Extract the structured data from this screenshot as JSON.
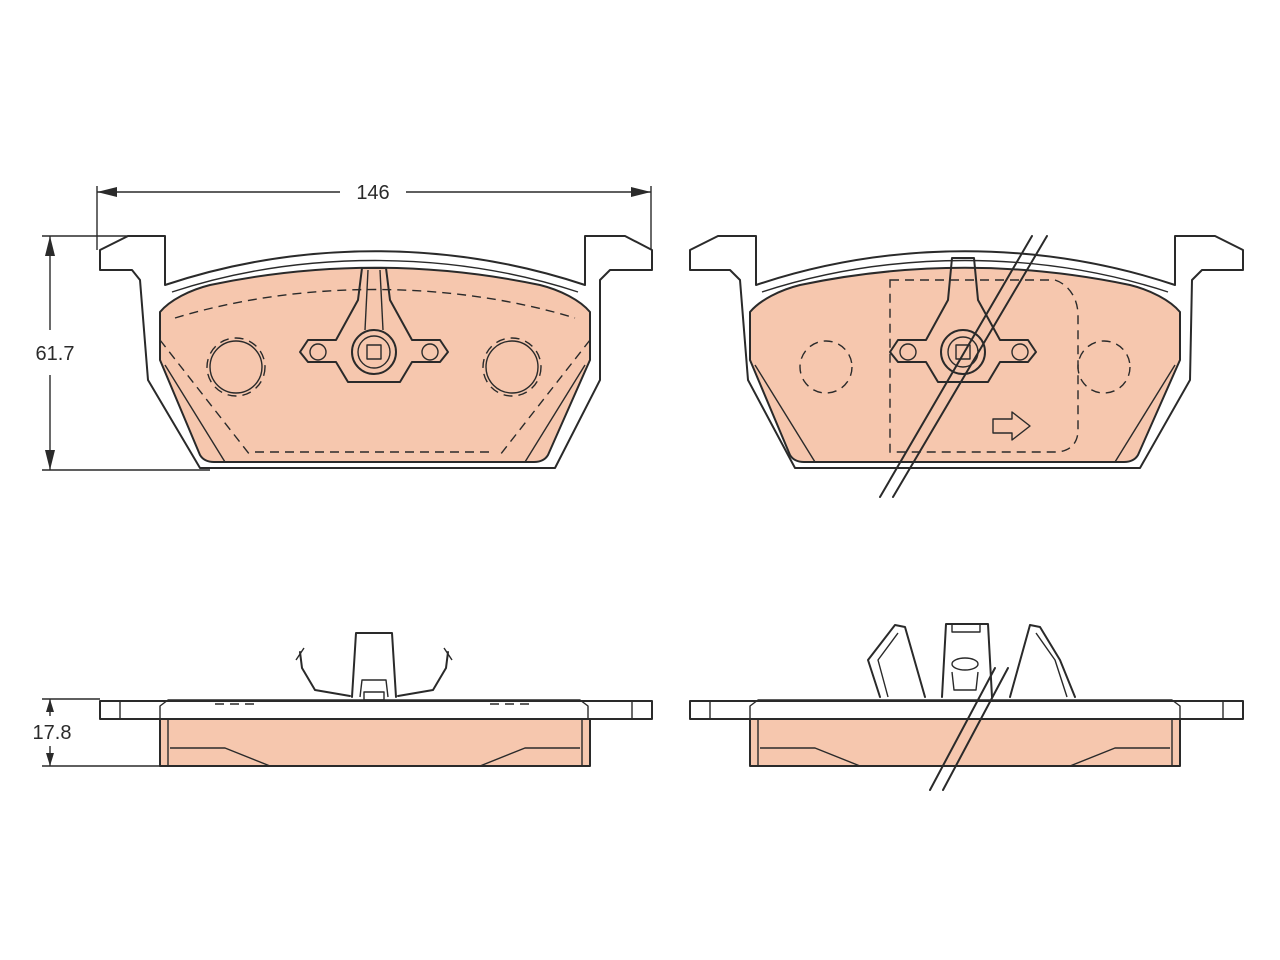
{
  "colors": {
    "friction_material": "#f6c7ae",
    "outline": "#2a2a2a",
    "background": "#ffffff"
  },
  "dimensions": {
    "width": "146",
    "height": "61.7",
    "thickness": "17.8"
  }
}
